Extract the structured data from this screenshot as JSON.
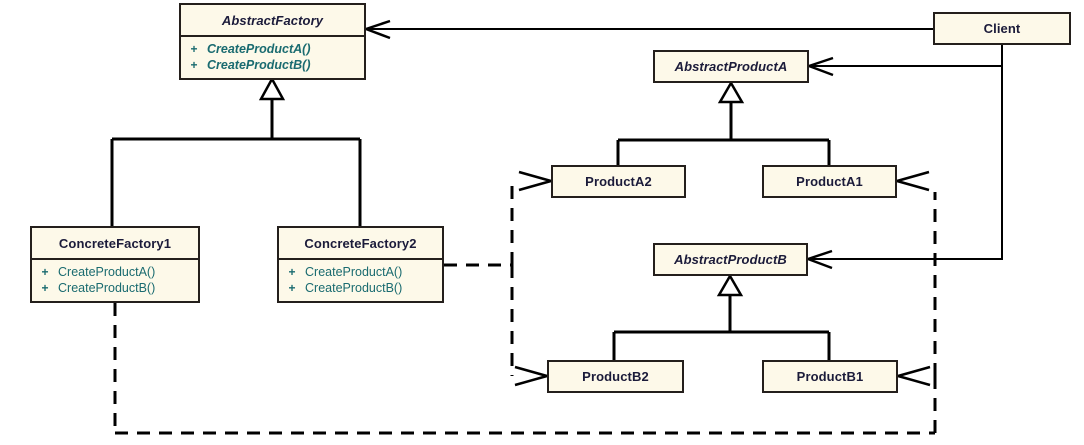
{
  "diagram": {
    "title": "Abstract Factory pattern UML class diagram",
    "colors": {
      "class_fill": "#fdf9e9",
      "class_border": "#241f1c",
      "class_name_text": "#1b1b3a",
      "member_text": "#1a6b70",
      "edge": "#000000",
      "background": "#ffffff"
    },
    "classes": [
      {
        "id": "abstract-factory",
        "name": "AbstractFactory",
        "stereotype": "abstract",
        "members": [
          {
            "visibility": "+",
            "name": "CreateProductA()"
          },
          {
            "visibility": "+",
            "name": "CreateProductB()"
          }
        ]
      },
      {
        "id": "concrete-factory-1",
        "name": "ConcreteFactory1",
        "stereotype": "concrete",
        "members": [
          {
            "visibility": "+",
            "name": "CreateProductA()"
          },
          {
            "visibility": "+",
            "name": "CreateProductB()"
          }
        ]
      },
      {
        "id": "concrete-factory-2",
        "name": "ConcreteFactory2",
        "stereotype": "concrete",
        "members": [
          {
            "visibility": "+",
            "name": "CreateProductA()"
          },
          {
            "visibility": "+",
            "name": "CreateProductB()"
          }
        ]
      },
      {
        "id": "abstract-product-a",
        "name": "AbstractProductA",
        "stereotype": "abstract",
        "members": []
      },
      {
        "id": "product-a2",
        "name": "ProductA2",
        "stereotype": "concrete",
        "members": []
      },
      {
        "id": "product-a1",
        "name": "ProductA1",
        "stereotype": "concrete",
        "members": []
      },
      {
        "id": "abstract-product-b",
        "name": "AbstractProductB",
        "stereotype": "abstract",
        "members": []
      },
      {
        "id": "product-b2",
        "name": "ProductB2",
        "stereotype": "concrete",
        "members": []
      },
      {
        "id": "product-b1",
        "name": "ProductB1",
        "stereotype": "concrete",
        "members": []
      },
      {
        "id": "client",
        "name": "Client",
        "stereotype": "concrete",
        "members": []
      }
    ],
    "relationships": [
      {
        "from": "concrete-factory-1",
        "to": "abstract-factory",
        "type": "generalization"
      },
      {
        "from": "concrete-factory-2",
        "to": "abstract-factory",
        "type": "generalization"
      },
      {
        "from": "product-a2",
        "to": "abstract-product-a",
        "type": "generalization"
      },
      {
        "from": "product-a1",
        "to": "abstract-product-a",
        "type": "generalization"
      },
      {
        "from": "product-b2",
        "to": "abstract-product-b",
        "type": "generalization"
      },
      {
        "from": "product-b1",
        "to": "abstract-product-b",
        "type": "generalization"
      },
      {
        "from": "client",
        "to": "abstract-factory",
        "type": "association"
      },
      {
        "from": "client",
        "to": "abstract-product-a",
        "type": "association"
      },
      {
        "from": "client",
        "to": "abstract-product-b",
        "type": "association"
      },
      {
        "from": "concrete-factory-2",
        "to": "product-a2",
        "type": "dependency"
      },
      {
        "from": "concrete-factory-2",
        "to": "product-b2",
        "type": "dependency"
      },
      {
        "from": "concrete-factory-1",
        "to": "product-a1",
        "type": "dependency"
      },
      {
        "from": "concrete-factory-1",
        "to": "product-b1",
        "type": "dependency"
      }
    ]
  }
}
